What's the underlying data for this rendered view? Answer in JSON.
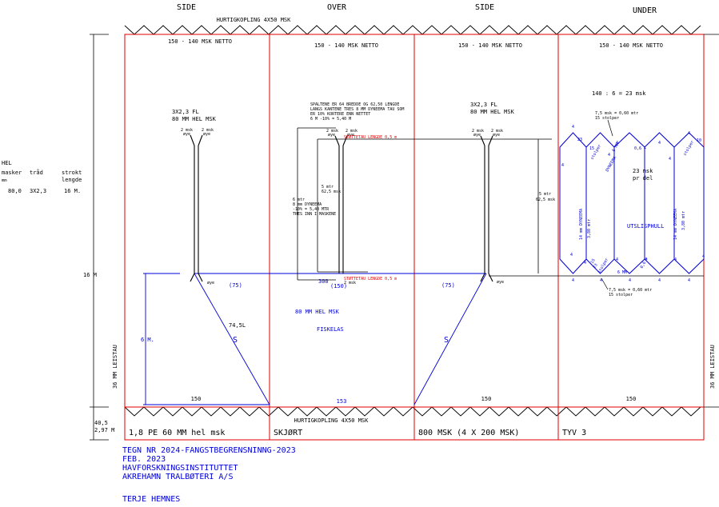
{
  "sections": {
    "side_left": "SIDE",
    "over": "OVER",
    "side_right": "SIDE",
    "under": "UNDER"
  },
  "coupling_top": "HURTIGKOPLING 4X50 MSK",
  "coupling_bottom": "HURTIGKOPLING 4X50 MSK",
  "netto": {
    "p1": "150 - 140 MSK NETTO",
    "p2": "150 - 140 MSK NETTO",
    "p3": "150 - 140 MSK NETTO",
    "p4": "150 - 140 MSK NETTO"
  },
  "bottom_counts": {
    "p1": "150",
    "p2": "153",
    "p3": "150",
    "p4": "150"
  },
  "bottom_row": {
    "p1": "1,8 PE 60 MM hel msk",
    "p2": "SKJØRT",
    "p3": "800 MSK (4 X 200 MSK)",
    "p4": "TYV 3"
  },
  "spec_table": {
    "hel": "HEL",
    "header_masker": "masker",
    "header_mm": "mm",
    "header_traad": "tråd",
    "header_strokt": "strokt",
    "header_lengde": "lengde",
    "val_masker": "80,0",
    "val_traad": "3X2,3",
    "val_lengde": "16 M."
  },
  "dimensions": {
    "left_16m": "16 M",
    "leistau_left": "36 MM LEISTAU",
    "leistau_right": "36 MM LEISTAU",
    "bottom_a": "40,5",
    "bottom_b": "2,97 M",
    "left_6m": "6 M."
  },
  "panel1": {
    "fl": "3X2,3 FL",
    "mesh": "80 MM HEL MSK",
    "msk_a": "2 msk",
    "msk_b": "2 msk",
    "oye_a": "øye",
    "oye_b": "øye",
    "oye_bottom": "øye",
    "n75": "(75)",
    "l745": "74,5L",
    "s": "S"
  },
  "panel2": {
    "note_1": "SPALTENE ER 64 BREDDE OG 62,50 LENGDE",
    "note_2": "LANGS KANTENE TRES 8 MM DYNEEMA TAU SOM",
    "note_3": "ER 10% KORTERE ENN NETTET",
    "note_4": "6 M -10% = 5,40 M",
    "st_top": "STØTTETAU LENGDE 0,5 m",
    "st_bottom": "STØTTETAU LENGDE 0,5 m",
    "msk_a": "2 msk",
    "msk_b": "2 msk",
    "oye_a": "øye",
    "oye_b": "øye",
    "dim_5mtr": "5 mtr",
    "dim_625": "62,5 msk",
    "six_1": "6 mtr",
    "six_2": "8 mm DYNEEMA",
    "six_3": "-10% = 5,40 MTR",
    "six_4": "TRES INN I MASKENE",
    "n150": "(150)",
    "n300": "300",
    "msk_c": "2 msk",
    "hel": "80 MM HEL MSK",
    "fiskelas": "FISKELAS"
  },
  "panel3": {
    "fl": "3X2,3 FL",
    "mesh": "80 MM HEL MSK",
    "msk_a": "2 msk",
    "msk_b": "2 msk",
    "oye_a": "øye",
    "oye_b": "øye",
    "oye_bottom": "øye",
    "n75": "(75)",
    "s": "S",
    "dim_5mtr": "5 mtr",
    "dim_625": "62,5 msk"
  },
  "panel4": {
    "calc": "140 : 6 = 23 msk",
    "stolper_top_1": "7,5 msk = 0,60 mtr",
    "stolper_top_2": "15 stolper",
    "stolper_bot_1": "7,5 msk = 0,60 mtr",
    "stolper_bot_2": "15 stolper",
    "n23": "23",
    "n15_top": "15",
    "n10": "10",
    "stolper_label": "stolper",
    "dyneema_top": "DYNEEMA",
    "n6mm": "6 MM",
    "n06_top": "0,6 +",
    "msk23_1": "23 msk",
    "msk23_2": "pr del",
    "dyn14_left": "14 mm DYNEEMA",
    "dyn14_left_len": "3,80 mtr",
    "dyn14_right": "14 mm DYNEEMA",
    "dyn14_right_len": "3,80 mtr",
    "utlisp": "UTSLISPHULL",
    "n23_bot": "23",
    "n15_bot": "15",
    "n06_bot": "0,6 +",
    "n6mm_bot": "6 MM",
    "n4": "4"
  },
  "title_block": {
    "line1": "TEGN NR 2024-FANGSTBEGRENSNINNG-2023",
    "line2": "FEB. 2023",
    "line3": "HAVFORSKNINGSINSTITUTTET",
    "line4": "AKREHAMN TRALBØTERI A/S",
    "line5": "TERJE HEMNES"
  },
  "colors": {
    "panel_border": "#e00000",
    "blue": "#0000d8",
    "black": "#000000"
  }
}
